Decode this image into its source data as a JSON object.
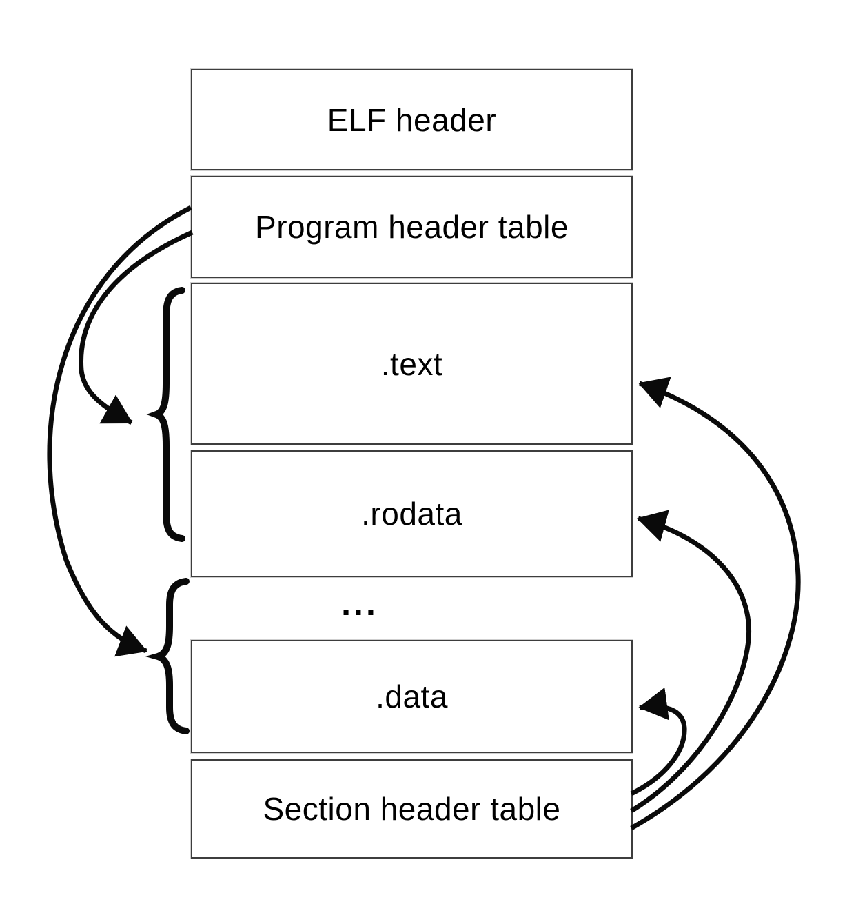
{
  "diagram": {
    "boxes": {
      "elf_header": "ELF header",
      "program_header_table": "Program header table",
      "text_section": ".text",
      "rodata_section": ".rodata",
      "ellipsis": "...",
      "data_section": ".data",
      "section_header_table": "Section header table"
    },
    "connectors": [
      {
        "from": "program_header_table",
        "to": "segment_brace_text_rodata",
        "style": "curved-arrow-left"
      },
      {
        "from": "program_header_table",
        "to": "segment_brace_ellipsis_data",
        "style": "curved-arrow-left"
      },
      {
        "from": "section_header_table",
        "to": "text_section",
        "style": "curved-arrow-right"
      },
      {
        "from": "section_header_table",
        "to": "rodata_section",
        "style": "curved-arrow-right"
      },
      {
        "from": "section_header_table",
        "to": "data_section",
        "style": "curved-arrow-right"
      }
    ],
    "colors": {
      "background": "#ffffff",
      "box_border": "#3d3d3d",
      "line": "#0a0a0a",
      "text": "#000000"
    }
  }
}
